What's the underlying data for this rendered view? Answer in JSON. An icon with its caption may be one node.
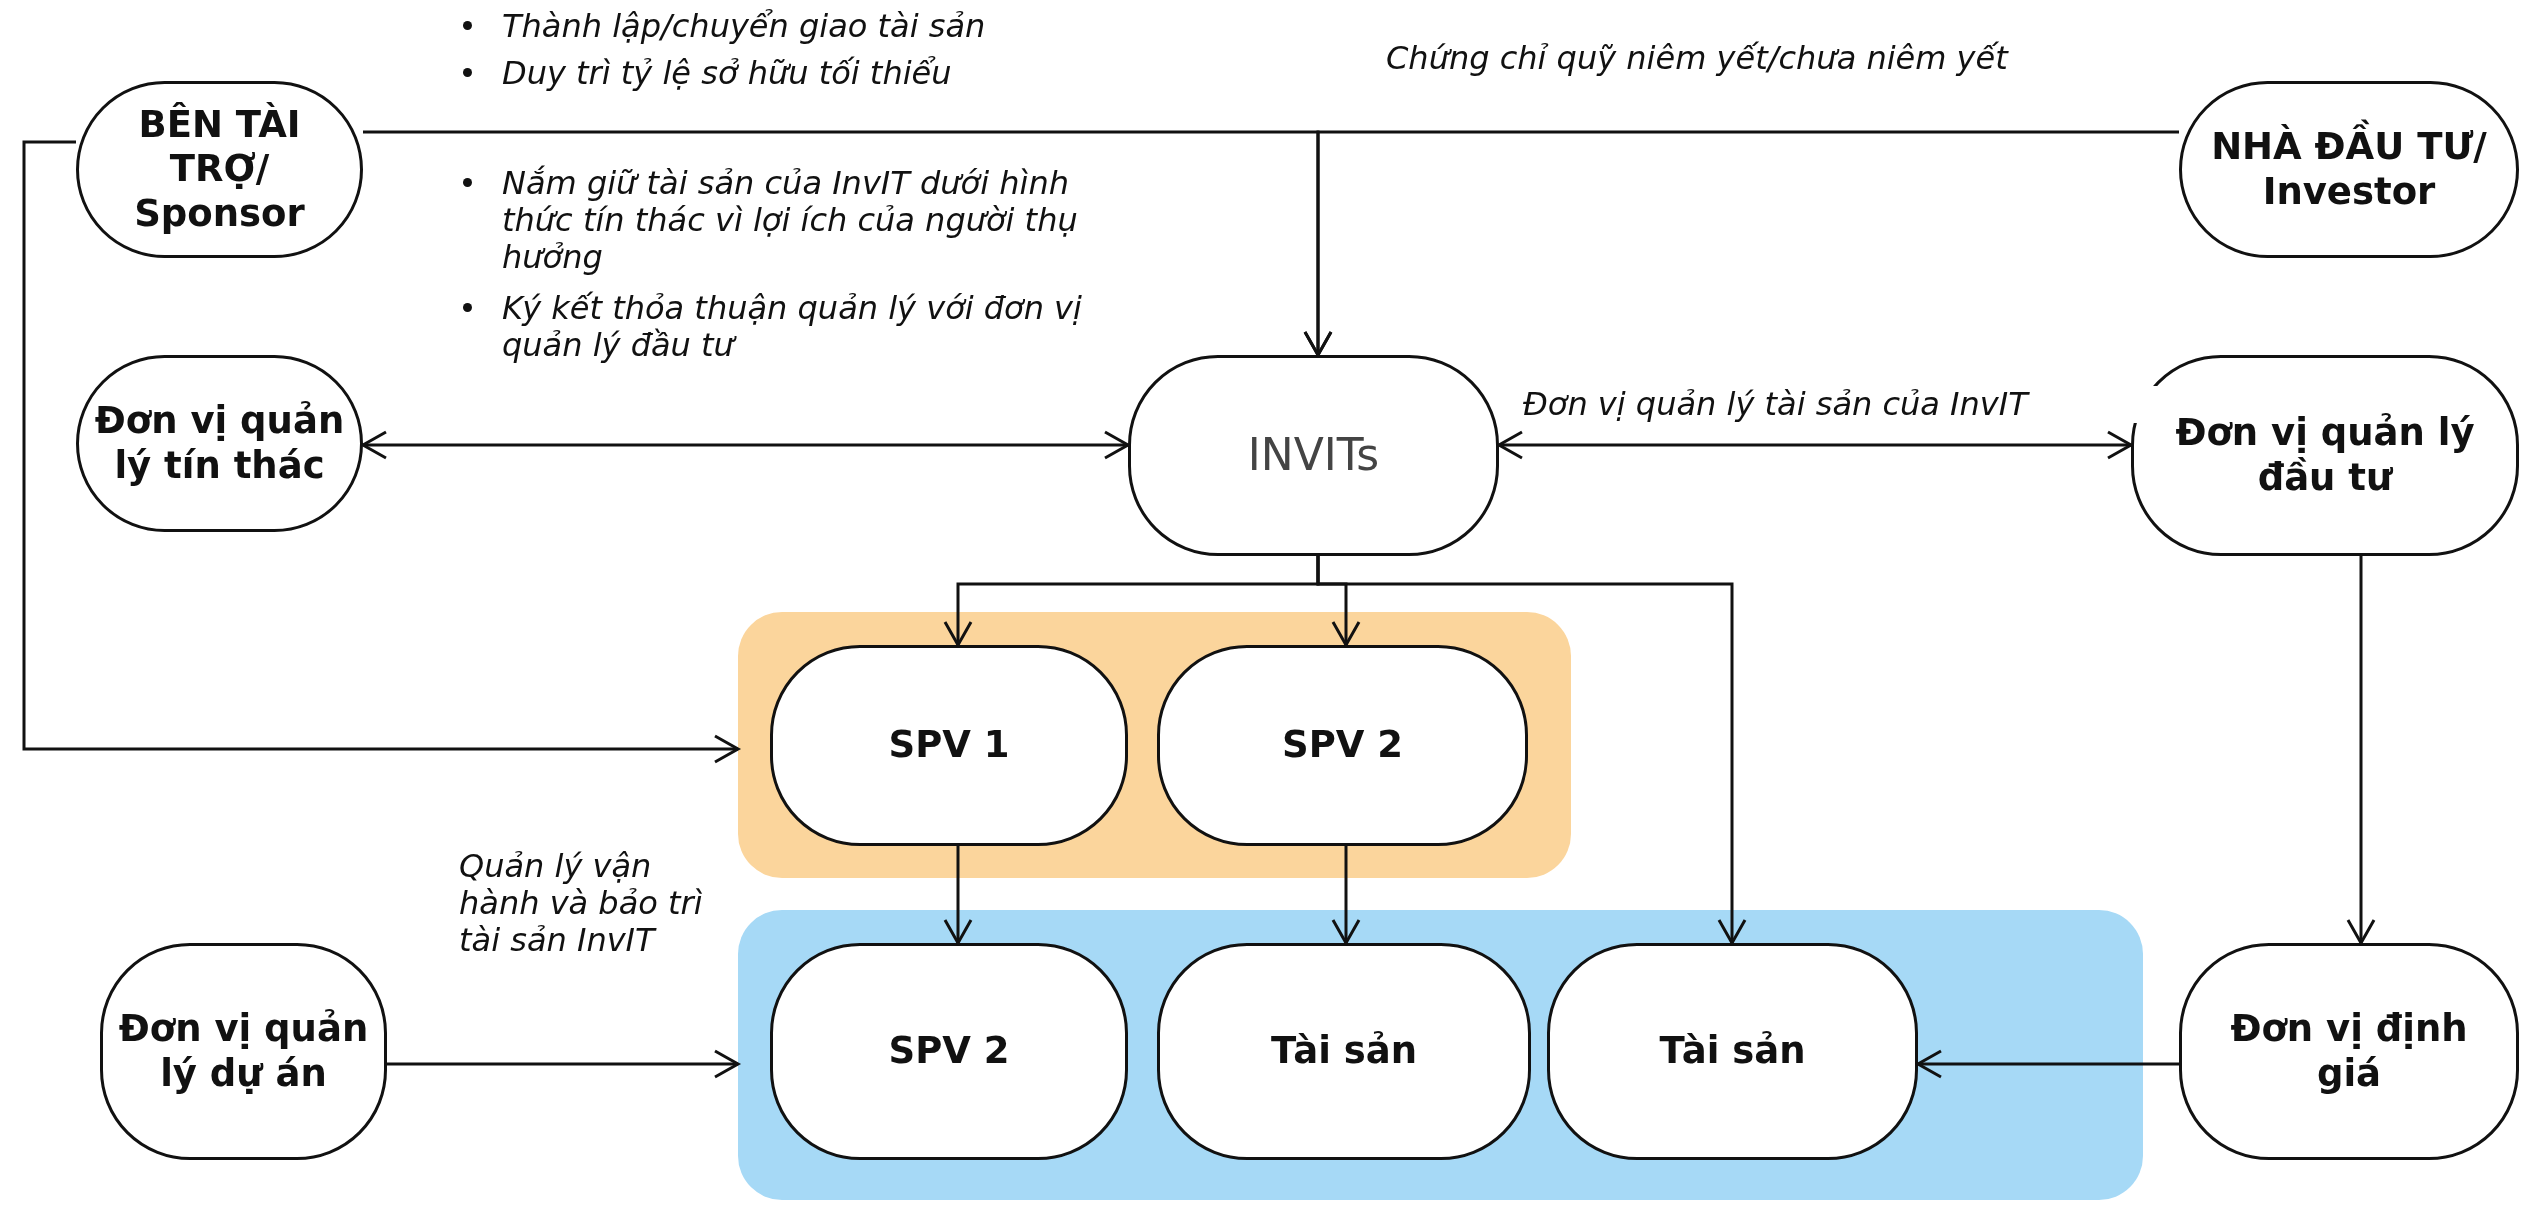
{
  "diagram": {
    "nodes": [
      {
        "text": [
          "BÊN TÀI TRỢ/ Sponsor"
        ]
      },
      {
        "text": [
          "NHÀ ĐẦU TƯ/ Investor"
        ]
      },
      {
        "text": [
          "Đơn vị quản lý tín thác"
        ]
      },
      {
        "text": [
          "INVITs"
        ]
      },
      {
        "text": [
          "Đơn vị quản lý đầu tư"
        ]
      },
      {
        "text": [],
        "shape": "box"
      },
      {
        "text": [
          "SPV 1"
        ],
        "in": 5
      },
      {
        "text": [
          "SPV 2"
        ],
        "in": 5
      },
      {
        "text": [
          "Đơn vị quản lý dự án"
        ]
      },
      {
        "text": [],
        "shape": "box"
      },
      {
        "text": [
          "SPV 2"
        ],
        "in": 9
      },
      {
        "text": [
          "Tài sản"
        ],
        "in": 9
      },
      {
        "text": [
          "Tài sản"
        ],
        "in": 9
      },
      {
        "text": [
          "Đơn vị định giá"
        ]
      }
    ],
    "edges": [
      {
        "from": 0,
        "to": 3,
        "arrow": "to"
      },
      {
        "from": 1,
        "to": 3,
        "arrow": "to",
        "label": "Chứng chỉ quỹ niêm yết/chưa niêm yết"
      },
      {
        "from": 2,
        "to": 3,
        "arrow": "both"
      },
      {
        "from": 3,
        "to": 4,
        "arrow": "both",
        "label": "Đơn vị quản lý tài sản của InvIT"
      },
      {
        "from": 0,
        "to": 5,
        "arrow": "to"
      },
      {
        "from": 3,
        "to": 6,
        "arrow": "to"
      },
      {
        "from": 3,
        "to": 7,
        "arrow": "to"
      },
      {
        "from": 3,
        "to": 12,
        "arrow": "to"
      },
      {
        "from": 6,
        "to": 10,
        "arrow": "to"
      },
      {
        "from": 7,
        "to": 11,
        "arrow": "to"
      },
      {
        "from": 8,
        "to": 9,
        "arrow": "to",
        "label": "Quản lý vận hành và bảo trì tài sản InvIT"
      },
      {
        "from": 4,
        "to": 13,
        "arrow": "to"
      },
      {
        "from": 13,
        "to": 12,
        "arrow": "to"
      }
    ],
    "labels": [
      "Thành lập/chuyển giao tài sản",
      "Duy trì tỷ lệ sở hữu tối thiểu",
      "Nắm giữ tài sản của InvIT dưới hình thức tín thác vì lợi ích của người thụ hưởng",
      "Ký kết thỏa thuận quản lý với đơn vị quản lý đầu tư"
    ]
  }
}
